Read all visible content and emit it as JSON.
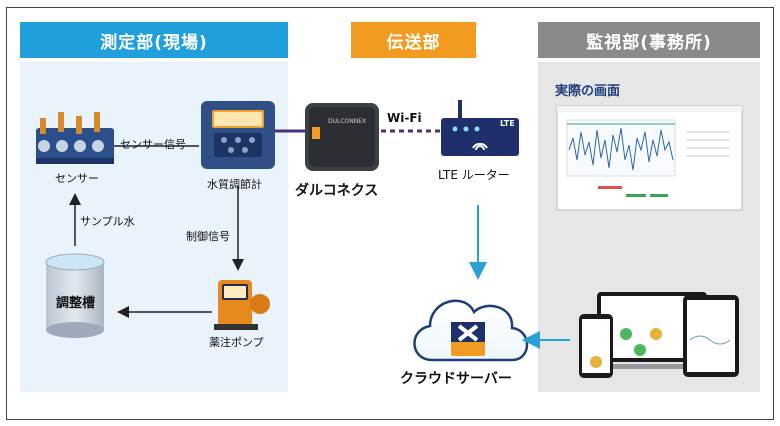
{
  "headers": {
    "measurement": "測定部(現場)",
    "transmission": "伝送部",
    "monitoring": "監視部(事務所)"
  },
  "labels": {
    "sensor": "センサー",
    "sensor_signal": "センサー信号",
    "controller": "水質調節計",
    "control_signal": "制御信号",
    "pump": "薬注ポンプ",
    "tank": "調整槽",
    "sample_water": "サンプル水",
    "dulconnex": "ダルコネクス",
    "wifi": "Wi-Fi",
    "lte_router": "LTE ルーター",
    "lte_badge": "LTE",
    "cloud_server": "クラウドサーバー",
    "actual_screen": "実際の画面"
  },
  "colors": {
    "blue_header": "#1fa0db",
    "orange_header": "#f39a21",
    "gray_header": "#8a8a8a",
    "arrow_blue": "#2a9fd8",
    "link_purple": "#4a2f7a",
    "router_navy": "#1e2f6b"
  }
}
